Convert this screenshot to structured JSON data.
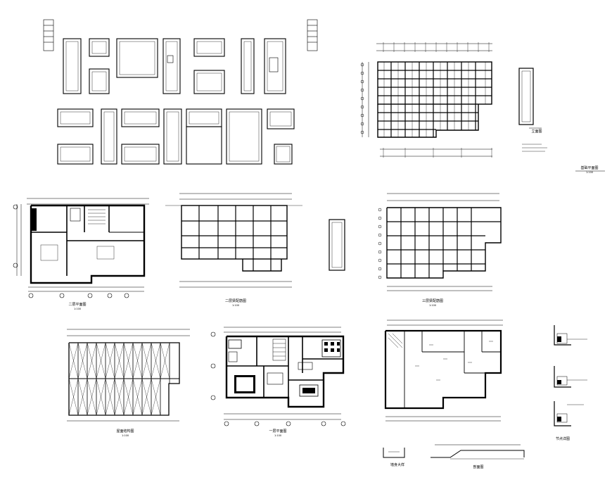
{
  "drawing": {
    "title": "",
    "captions": {
      "plan_2f": "二层平面图",
      "plan_2f_scale": "1:100",
      "beam_2f": "二层梁配筋图",
      "beam_2f_scale": "1:100",
      "beam_3f": "三层梁配筋图",
      "beam_3f_scale": "1:100",
      "roof_frame": "屋面结构图",
      "roof_frame_scale": "1:100",
      "plan_1f": "一层平面图",
      "plan_1f_scale": "1:100",
      "foundation": "基础平面图",
      "foundation_scale": "1:100",
      "detail_1": "节点详图",
      "detail_2": "墙身大样",
      "section": "剖面图",
      "elev_small": "立面图"
    }
  }
}
